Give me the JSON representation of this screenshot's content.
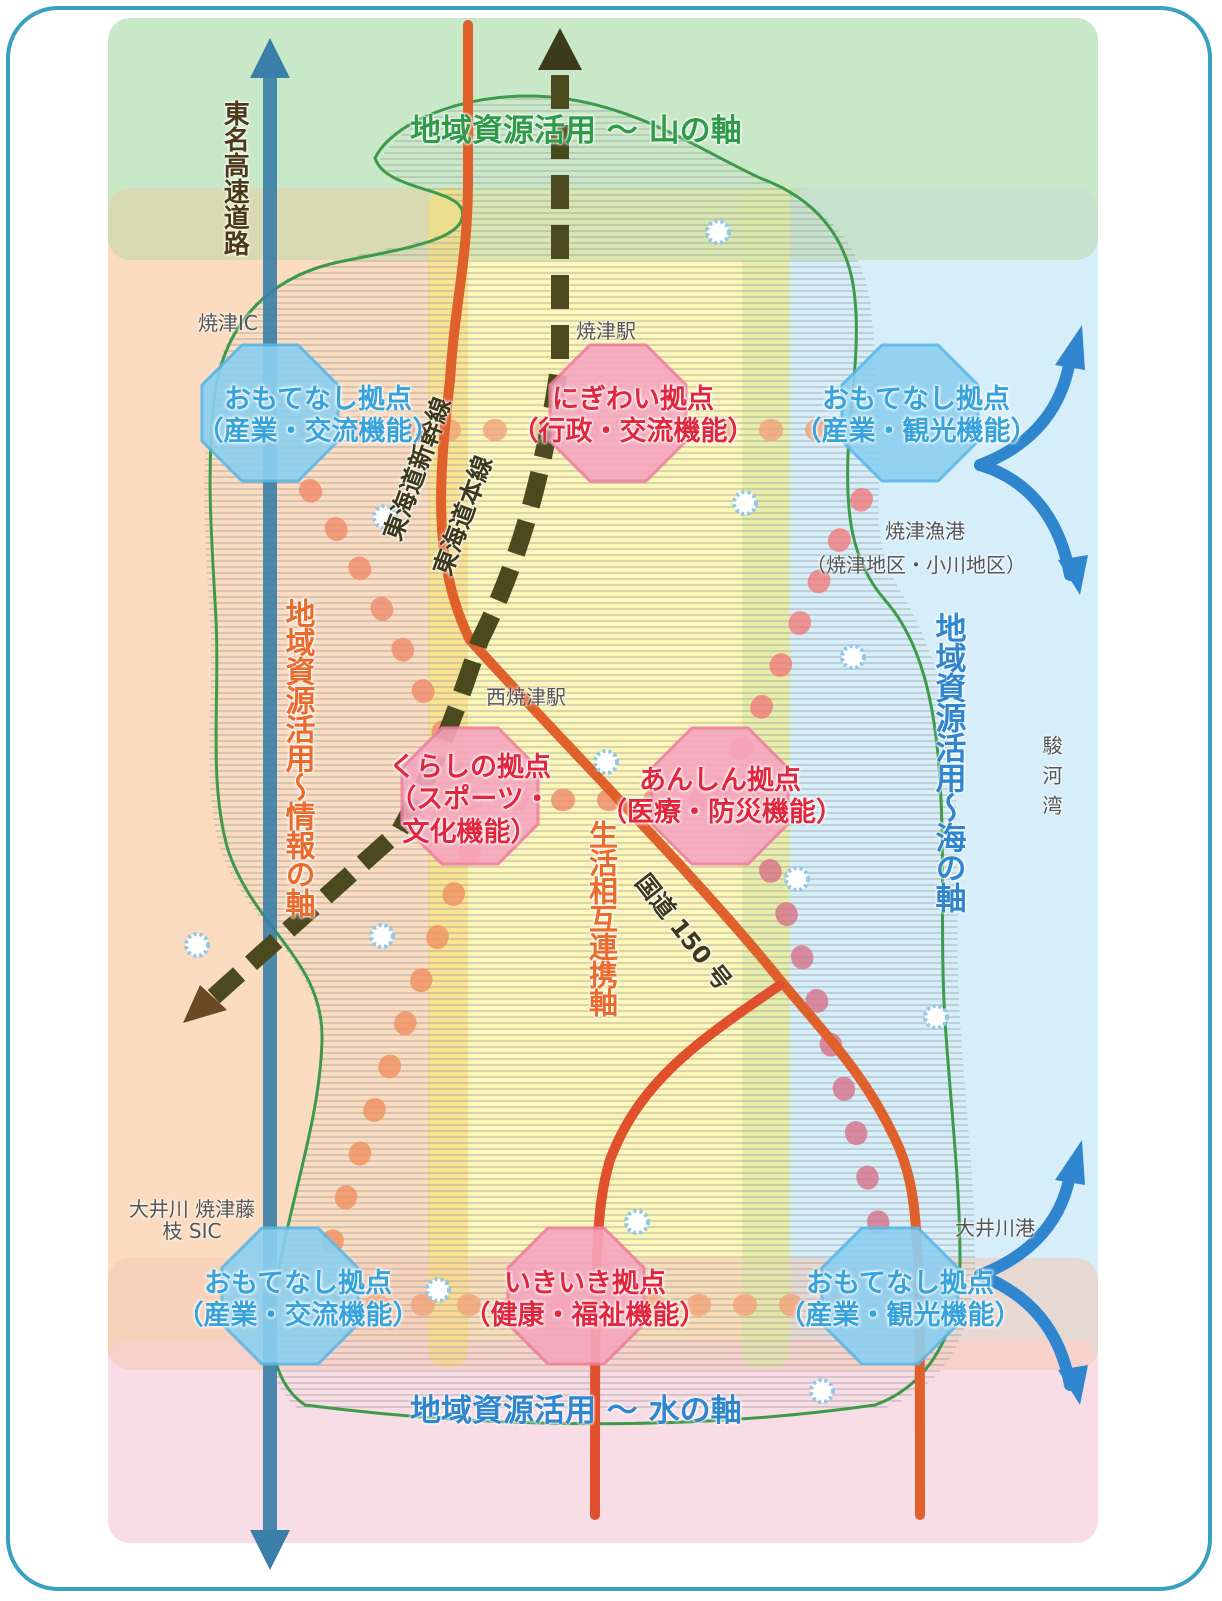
{
  "axes": {
    "mountain": "地域資源活用 ～ 山の軸",
    "water": "地域資源活用 ～ 水の軸",
    "info": "地域資源活用～情報の軸",
    "sea": "地域資源活用～海の軸",
    "life": "生活相互連携軸"
  },
  "routes": {
    "expressway": "東名高速道路",
    "shinkansen": "東海道新幹線",
    "tokaido_line": "東海道本線",
    "route150": "国道 150 号"
  },
  "places": {
    "yaizu_ic": "焼津IC",
    "yaizu_station": "焼津駅",
    "nishi_yaizu_station": "西焼津駅",
    "yaizu_port_name": "焼津漁港",
    "yaizu_port_sub": "（焼津地区・小川地区）",
    "oigawa_sic": "大井川 焼津藤枝 SIC",
    "oigawa_port": "大井川港",
    "suruga_bay": "駿河湾"
  },
  "hubs": {
    "omotenashi_nw": {
      "name": "おもてなし拠点",
      "sub": "（産業・交流機能）"
    },
    "nigiwai": {
      "name": "にぎわい拠点",
      "sub": "（行政・交流機能）"
    },
    "omotenashi_ne": {
      "name": "おもてなし拠点",
      "sub": "（産業・観光機能）"
    },
    "kurashi": {
      "name": "くらしの拠点",
      "sub1": "（スポーツ・",
      "sub2": "文化機能）"
    },
    "anshin": {
      "name": "あんしん拠点",
      "sub": "（医療・防災機能）"
    },
    "omotenashi_sw": {
      "name": "おもてなし拠点",
      "sub": "（産業・交流機能）"
    },
    "ikiiki": {
      "name": "いきいき拠点",
      "sub": "（健康・福祉機能）"
    },
    "omotenashi_se": {
      "name": "おもてなし拠点",
      "sub": "（産業・観光機能）"
    }
  },
  "colors": {
    "mountain_band": "#c9e8c8",
    "west_band": "#fbdcc0",
    "center_band": "#fcf6b8",
    "east_band": "#d6eefa",
    "water_band": "#f9dde6",
    "hub_blue": "#36a3dd",
    "hub_red": "#e2263e",
    "axis_green": "#2e9b47",
    "axis_orange": "#ea6b2c",
    "expressway_blue": "#3a7fa8",
    "rail_dark": "#4a4a1e",
    "route150_red": "#d9463b"
  }
}
